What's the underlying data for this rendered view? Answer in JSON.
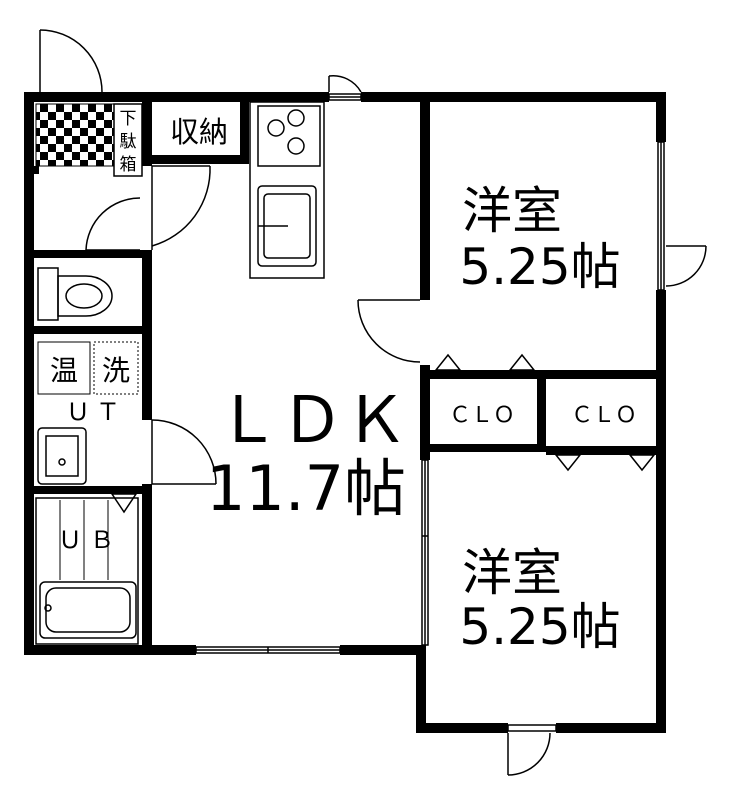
{
  "colors": {
    "wall": "#000000",
    "background": "#ffffff",
    "tile_dark": "#000000",
    "tile_light": "#ffffff"
  },
  "rooms": {
    "ldk_name": "ＬＤＫ",
    "ldk_size": "11.7帖",
    "west_room_upper_name": "洋室",
    "west_room_upper_size": "5.25帖",
    "west_room_lower_name": "洋室",
    "west_room_lower_size": "5.25帖",
    "closet_left": "ＣＬＯ",
    "closet_right": "ＣＬＯ",
    "storage": "収納",
    "shoe_box": [
      "下",
      "駄",
      "箱"
    ],
    "water_heater": "温",
    "washer": "洗",
    "toilet_room": "ＵＴ",
    "bathroom": "ＵＢ"
  }
}
